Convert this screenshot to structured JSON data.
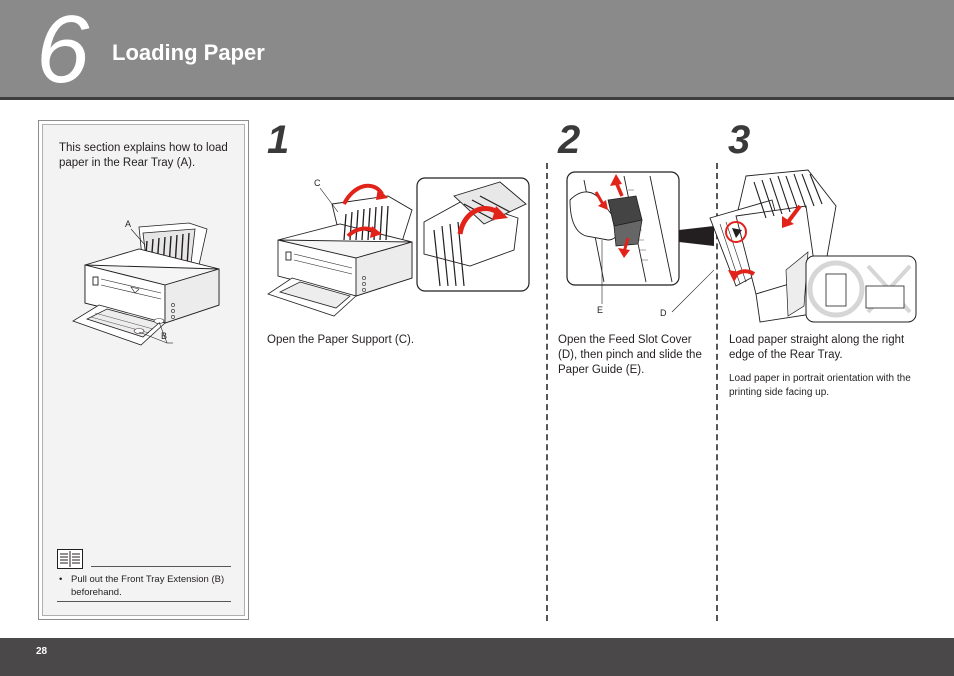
{
  "header": {
    "chapter_number": "6",
    "title": "Loading Paper"
  },
  "sidebar": {
    "intro": "This section explains how to load paper in the Rear Tray (A).",
    "callout_a": "A",
    "callout_b": "B",
    "note_icon": "book-icon",
    "note_bullet": "•",
    "note_text": "Pull out the Front Tray Extension (B) beforehand."
  },
  "steps": [
    {
      "number": "1",
      "callout_c": "C",
      "text": "Open the Paper Support (C)."
    },
    {
      "number": "2",
      "callout_e": "E",
      "callout_d": "D",
      "text": "Open the Feed Slot Cover (D), then pinch and slide the Paper Guide (E)."
    },
    {
      "number": "3",
      "text": "Load paper straight along the right edge of the Rear Tray.",
      "subtext": "Load paper in portrait orientation with the printing side facing up."
    }
  ],
  "colors": {
    "header_bg": "#8a8a8a",
    "footer_bg": "#4b4849",
    "arrow_red": "#e2231a"
  },
  "footer": {
    "page_number": "28"
  }
}
